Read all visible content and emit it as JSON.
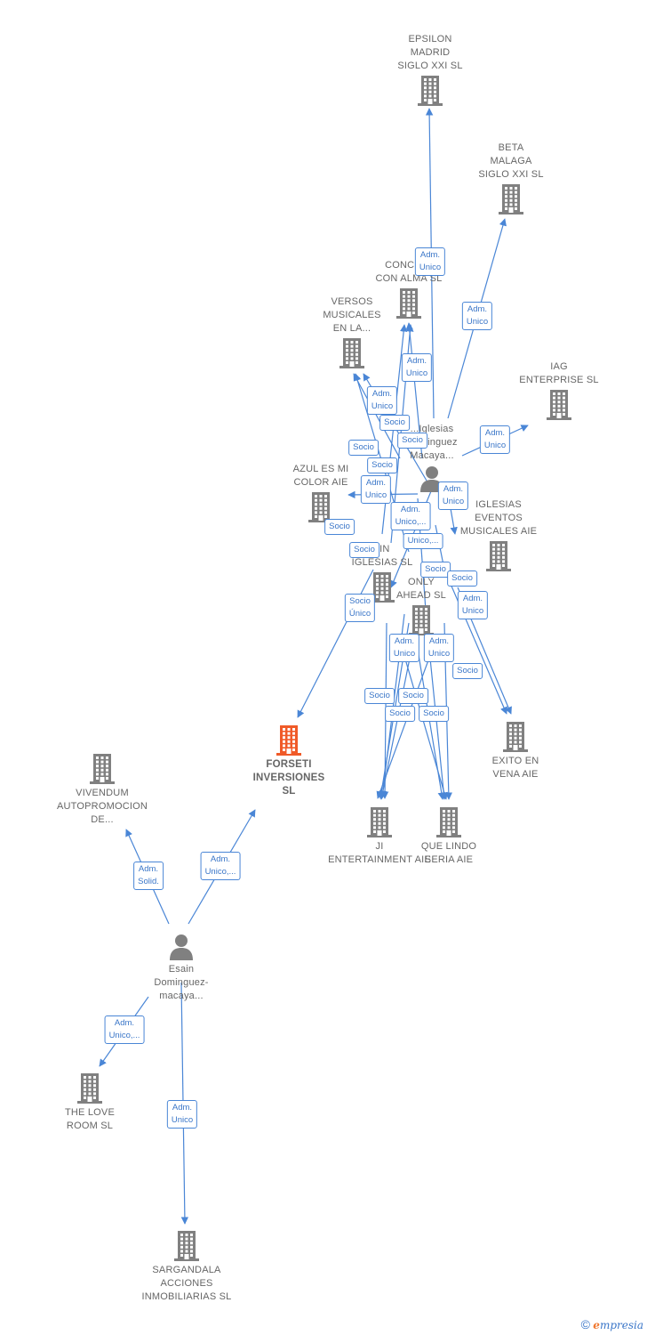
{
  "colors": {
    "edge": "#4a86d6",
    "node": "#808080",
    "main": "#f05a28",
    "label": "#666666"
  },
  "nodes": [
    {
      "id": "epsilon",
      "type": "company",
      "lines": [
        "EPSILON",
        "MADRID",
        "SIGLO XXI  SL"
      ]
    },
    {
      "id": "beta",
      "type": "company",
      "lines": [
        "BETA",
        "MALAGA",
        "SIGLO XXI  SL"
      ]
    },
    {
      "id": "concie",
      "type": "company",
      "lines": [
        "CONCIE...",
        "CON ALMA SL"
      ]
    },
    {
      "id": "versos",
      "type": "company",
      "lines": [
        "VERSOS",
        "MUSICALES",
        "EN LA..."
      ]
    },
    {
      "id": "iag",
      "type": "company",
      "lines": [
        "IAG",
        "ENTERPRISE SL"
      ]
    },
    {
      "id": "iglesias_person",
      "type": "person",
      "lines": [
        "...Iglesias",
        "Dominguez",
        "Macaya..."
      ]
    },
    {
      "id": "azul",
      "type": "company",
      "lines": [
        "AZUL ES MI",
        "COLOR AIE"
      ]
    },
    {
      "id": "iglesias_eventos",
      "type": "company",
      "lines": [
        "IGLESIAS",
        "EVENTOS",
        "MUSICALES AIE"
      ]
    },
    {
      "id": "jin_iglesias",
      "type": "company",
      "lines": [
        "JIN",
        "IGLESIAS  SL"
      ]
    },
    {
      "id": "only_ahead",
      "type": "company",
      "lines": [
        "ONLY",
        "AHEAD  SL"
      ]
    },
    {
      "id": "forseti",
      "type": "main",
      "lines": [
        "FORSETI",
        "INVERSIONES",
        "SL"
      ]
    },
    {
      "id": "exito",
      "type": "company",
      "lines": [
        "EXITO EN",
        "VENA AIE"
      ]
    },
    {
      "id": "vivendum",
      "type": "company",
      "lines": [
        "VIVENDUM",
        "AUTOPROMOCION",
        "DE..."
      ]
    },
    {
      "id": "ji_ent",
      "type": "company",
      "lines": [
        "JI",
        "ENTERTAINMENT AIE"
      ]
    },
    {
      "id": "que_lindo",
      "type": "company",
      "lines": [
        "QUE LINDO",
        "SERIA AIE"
      ]
    },
    {
      "id": "esain",
      "type": "person",
      "lines": [
        "Esain",
        "Dominguez-",
        "macaya..."
      ]
    },
    {
      "id": "love_room",
      "type": "company",
      "lines": [
        "THE LOVE",
        "ROOM  SL"
      ]
    },
    {
      "id": "sargandala",
      "type": "company",
      "lines": [
        "SARGANDALA",
        "ACCIONES",
        "INMOBILIARIAS SL"
      ]
    }
  ],
  "edge_labels": [
    {
      "lines": [
        "Adm.",
        "Unico"
      ]
    },
    {
      "lines": [
        "Adm.",
        "Unico"
      ]
    },
    {
      "lines": [
        "Adm.",
        "Unico"
      ]
    },
    {
      "lines": [
        "Adm.",
        "Unico"
      ]
    },
    {
      "lines": [
        "Adm.",
        "Unico"
      ]
    },
    {
      "lines": [
        "Socio"
      ]
    },
    {
      "lines": [
        "Socio"
      ]
    },
    {
      "lines": [
        "Socio"
      ]
    },
    {
      "lines": [
        "Socio"
      ]
    },
    {
      "lines": [
        "Adm.",
        "Unico"
      ]
    },
    {
      "lines": [
        "Adm.",
        "Unico"
      ]
    },
    {
      "lines": [
        "Adm.",
        "Unico,..."
      ]
    },
    {
      "lines": [
        "Unico,..."
      ]
    },
    {
      "lines": [
        "Socio"
      ]
    },
    {
      "lines": [
        "Socio"
      ]
    },
    {
      "lines": [
        "Socio"
      ]
    },
    {
      "lines": [
        "Socio"
      ]
    },
    {
      "lines": [
        "Socio",
        "Único"
      ]
    },
    {
      "lines": [
        "Adm.",
        "Unico"
      ]
    },
    {
      "lines": [
        "Adm.",
        "Unico"
      ]
    },
    {
      "lines": [
        "Adm.",
        "Unico"
      ]
    },
    {
      "lines": [
        "Socio"
      ]
    },
    {
      "lines": [
        "Socio"
      ]
    },
    {
      "lines": [
        "Socio"
      ]
    },
    {
      "lines": [
        "Socio"
      ]
    },
    {
      "lines": [
        "Socio"
      ]
    },
    {
      "lines": [
        "Adm.",
        "Solid."
      ]
    },
    {
      "lines": [
        "Adm.",
        "Unico,..."
      ]
    },
    {
      "lines": [
        "Adm.",
        "Unico,..."
      ]
    },
    {
      "lines": [
        "Adm.",
        "Unico"
      ]
    }
  ],
  "footer": {
    "copyright": "©",
    "brand_initial": "e",
    "brand_rest": "mpresia"
  }
}
